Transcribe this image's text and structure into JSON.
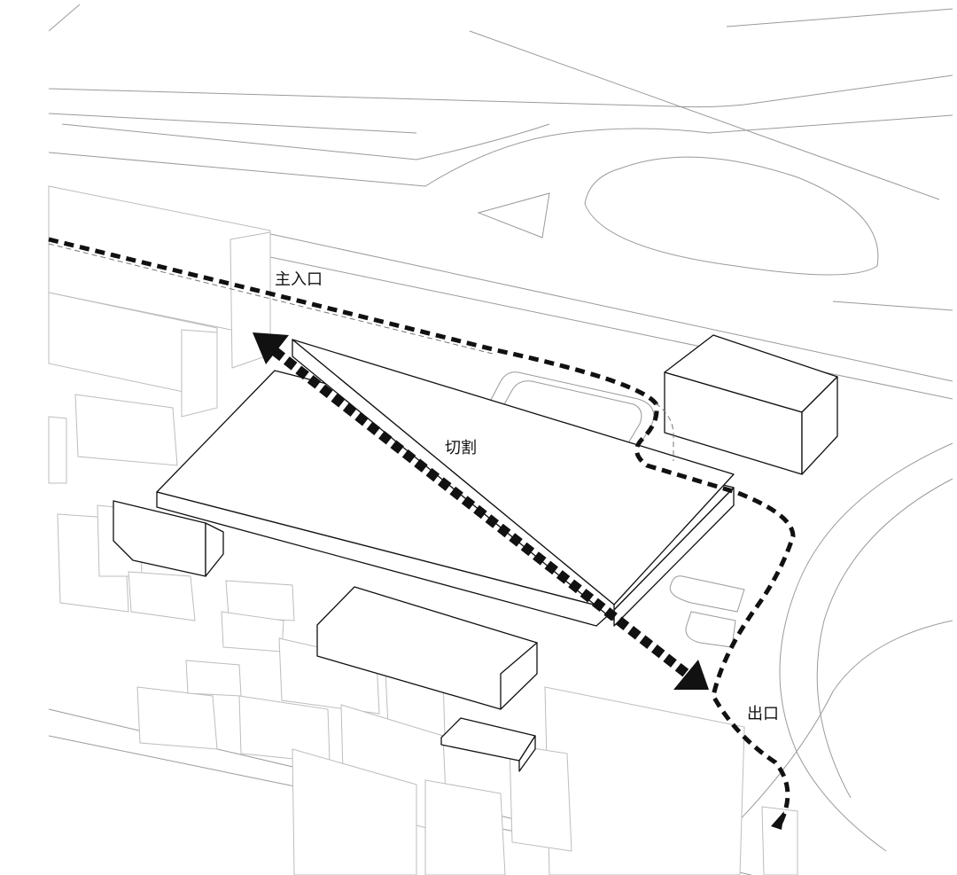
{
  "labels": {
    "main_entrance": "主入口",
    "cut": "切割",
    "exit": "出口"
  },
  "colors": {
    "line": "#111111",
    "context": "#bdbdbd",
    "background": "#ffffff"
  }
}
